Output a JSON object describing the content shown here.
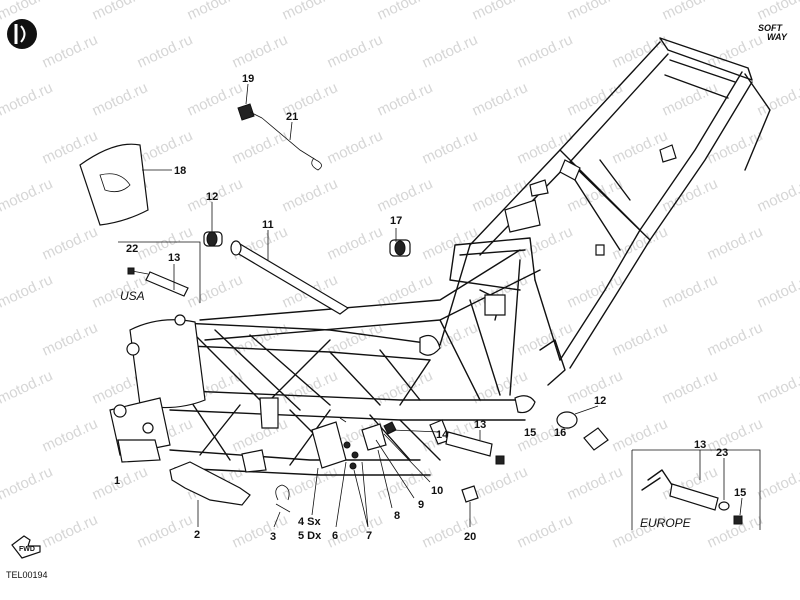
{
  "watermark": "motod.ru",
  "corner_mark": {
    "line1": "SOFT",
    "line2": "WAY"
  },
  "drawing_code": "TEL00194",
  "fwd_label": "FWD",
  "regions": {
    "usa": "USA",
    "europe": "EUROPE"
  },
  "callouts": [
    {
      "key": "c1",
      "text": "1"
    },
    {
      "key": "c2",
      "text": "2"
    },
    {
      "key": "c3",
      "text": "3"
    },
    {
      "key": "c4",
      "text": "4 Sx"
    },
    {
      "key": "c5",
      "text": "5 Dx"
    },
    {
      "key": "c6",
      "text": "6"
    },
    {
      "key": "c7",
      "text": "7"
    },
    {
      "key": "c8",
      "text": "8"
    },
    {
      "key": "c9",
      "text": "9"
    },
    {
      "key": "c10",
      "text": "10"
    },
    {
      "key": "c11",
      "text": "11"
    },
    {
      "key": "c12a",
      "text": "12"
    },
    {
      "key": "c12b",
      "text": "12"
    },
    {
      "key": "c13a",
      "text": "13"
    },
    {
      "key": "c13b",
      "text": "13"
    },
    {
      "key": "c13c",
      "text": "13"
    },
    {
      "key": "c14",
      "text": "14"
    },
    {
      "key": "c15a",
      "text": "15"
    },
    {
      "key": "c15b",
      "text": "15"
    },
    {
      "key": "c16",
      "text": "16"
    },
    {
      "key": "c17",
      "text": "17"
    },
    {
      "key": "c18",
      "text": "18"
    },
    {
      "key": "c19",
      "text": "19"
    },
    {
      "key": "c20",
      "text": "20"
    },
    {
      "key": "c21",
      "text": "21"
    },
    {
      "key": "c22",
      "text": "22"
    },
    {
      "key": "c23",
      "text": "23"
    }
  ]
}
